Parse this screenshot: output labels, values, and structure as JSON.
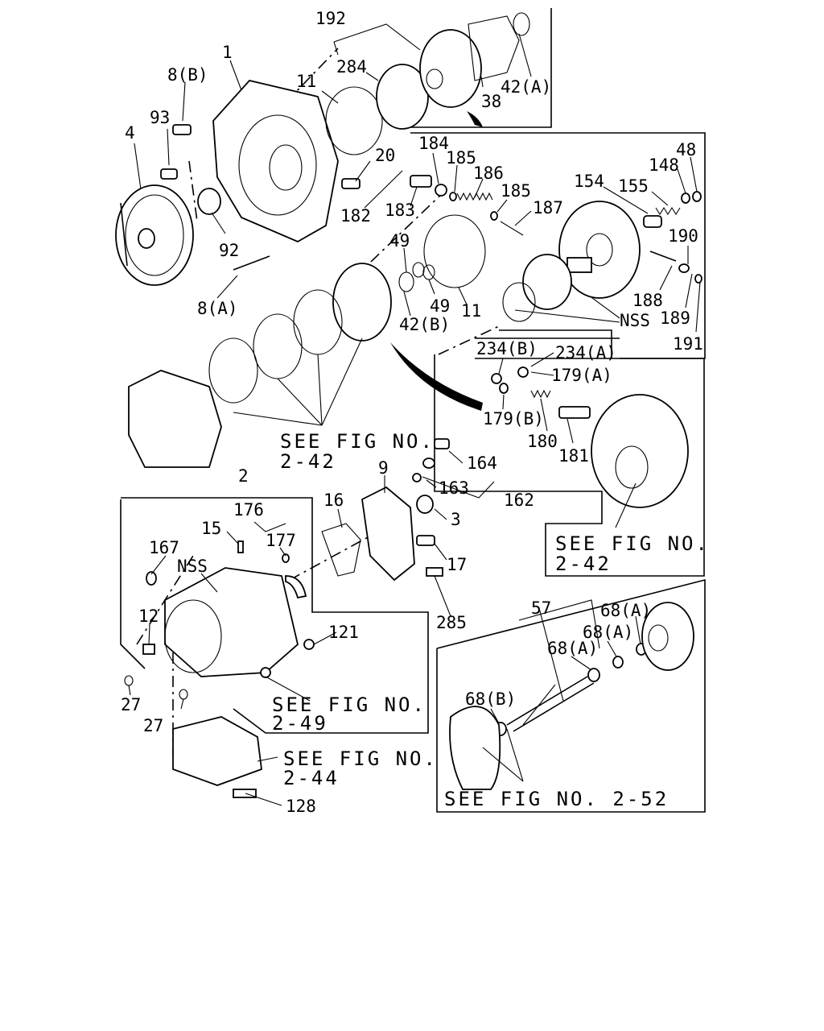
{
  "labels": {
    "p192": "192",
    "p284": "284",
    "p8b": "8(B)",
    "p1": "1",
    "p11a": "11",
    "p42a": "42(A)",
    "p38": "38",
    "p93": "93",
    "p4": "4",
    "p20": "20",
    "p92": "92",
    "p8a": "8(A)",
    "p184": "184",
    "p185a": "185",
    "p186": "186",
    "p185b": "185",
    "p187": "187",
    "p182": "182",
    "p183": "183",
    "p154": "154",
    "p155": "155",
    "p148": "148",
    "p48": "48",
    "p49a": "49",
    "p49b": "49",
    "p11b": "11",
    "p42b": "42(B)",
    "p190": "190",
    "p188": "188",
    "p189": "189",
    "nss1": "NSS",
    "p191": "191",
    "p234b": "234(B)",
    "p234a": "234(A)",
    "p179a": "179(A)",
    "p179b": "179(B)",
    "p180": "180",
    "p181": "181",
    "p9": "9",
    "p164": "164",
    "p163": "163",
    "p162": "162",
    "p2": "2",
    "p16": "16",
    "p3": "3",
    "p176": "176",
    "p15": "15",
    "p177": "177",
    "p167": "167",
    "nss2": "NSS",
    "p17": "17",
    "p12": "12",
    "p285": "285",
    "p121": "121",
    "p27a": "27",
    "p27b": "27",
    "p128": "128",
    "p57": "57",
    "p68a1": "68(A)",
    "p68a2": "68(A)",
    "p68a3": "68(A)",
    "p68b": "68(B)"
  },
  "references": {
    "fig242a_line1": "SEE FIG NO.",
    "fig242a_line2": "2-42",
    "fig242b_line1": "SEE FIG NO.",
    "fig242b_line2": "2-42",
    "fig249_line1": "SEE FIG NO.",
    "fig249_line2": "2-49",
    "fig244_line1": "SEE FIG NO.",
    "fig244_line2": "2-44",
    "fig252": "SEE FIG NO. 2-52"
  }
}
